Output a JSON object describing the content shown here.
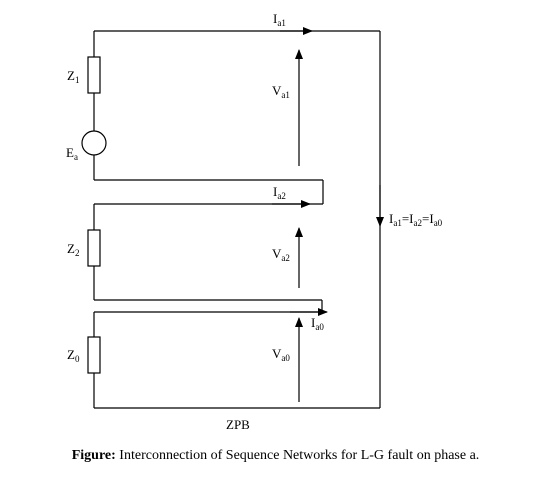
{
  "labels": {
    "z1": "Z",
    "z1_sub": "1",
    "ea": "E",
    "ea_sub": "a",
    "z2": "Z",
    "z2_sub": "2",
    "z0": "Z",
    "z0_sub": "0",
    "ia1": "I",
    "ia1_sub": "a1",
    "va1": "V",
    "va1_sub": "a1",
    "ia2": "I",
    "ia2_sub": "a2",
    "va2": "V",
    "va2_sub": "a2",
    "ia0": "I",
    "ia0_sub": "a0",
    "va0": "V",
    "va0_sub": "a0",
    "eq_i1": "I",
    "eq_i1_sub": "a1",
    "eq_eq1": "=I",
    "eq_i2_sub": "a2",
    "eq_eq2": "=I",
    "eq_i0_sub": "a0",
    "zpb": "ZPB"
  },
  "caption": {
    "prefix": "Figure:",
    "text": " Interconnection of Sequence Networks for L-G fault on phase a."
  }
}
